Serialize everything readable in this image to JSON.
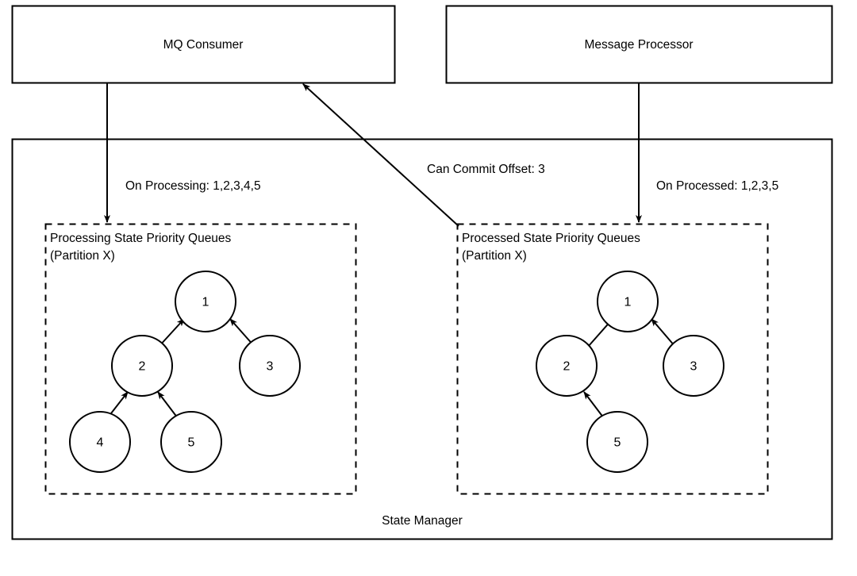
{
  "diagram": {
    "title_bottom": "State Manager",
    "components": {
      "mq_consumer": {
        "label": "MQ Consumer"
      },
      "message_processor": {
        "label": "Message Processor"
      }
    },
    "edges": {
      "on_processing": "On Processing: 1,2,3,4,5",
      "can_commit_offset": "Can Commit Offset: 3",
      "on_processed": "On Processed: 1,2,3,5"
    },
    "queues": [
      {
        "id": "processing-state-priority-queues",
        "title_line1": "Processing State Priority Queues",
        "title_line2": "(Partition X)",
        "nodes": [
          {
            "id": "n1",
            "label": "1"
          },
          {
            "id": "n2",
            "label": "2"
          },
          {
            "id": "n3",
            "label": "3"
          },
          {
            "id": "n4",
            "label": "4"
          },
          {
            "id": "n5",
            "label": "5"
          }
        ],
        "links": [
          {
            "from": "2",
            "to": "1"
          },
          {
            "from": "3",
            "to": "1"
          },
          {
            "from": "4",
            "to": "2"
          },
          {
            "from": "5",
            "to": "2"
          }
        ]
      },
      {
        "id": "processed-state-priority-queues",
        "title_line1": "Processed State Priority Queues",
        "title_line2": "(Partition X)",
        "nodes": [
          {
            "id": "n1",
            "label": "1"
          },
          {
            "id": "n2",
            "label": "2"
          },
          {
            "id": "n3",
            "label": "3"
          },
          {
            "id": "n5",
            "label": "5"
          }
        ],
        "links": [
          {
            "from": "2",
            "to": "1"
          },
          {
            "from": "3",
            "to": "1"
          },
          {
            "from": "5",
            "to": "2"
          }
        ]
      }
    ],
    "colors": {
      "stroke": "#000000",
      "fill": "#ffffff",
      "text": "#000000"
    }
  }
}
